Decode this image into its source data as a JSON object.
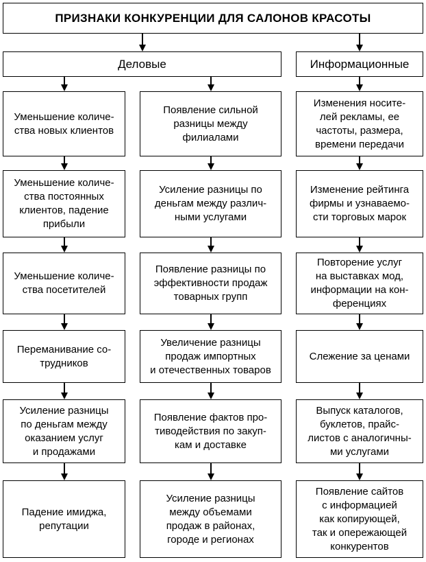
{
  "title": "ПРИЗНАКИ КОНКУРЕНЦИИ ДЛЯ САЛОНОВ КРАСОТЫ",
  "headers": {
    "business": "Деловые",
    "informational": "Информационные"
  },
  "colors": {
    "border": "#000000",
    "background": "#ffffff",
    "text": "#000000"
  },
  "columns": [
    {
      "group": "Деловые",
      "boxes": [
        "Уменьшение количе-\nства новых клиентов",
        "Уменьшение количе-\nства постоянных\nклиентов, падение\nприбыли",
        "Уменьшение количе-\nства посетителей",
        "Переманивание со-\nтрудников",
        "Усиление разницы\nпо деньгам между\nоказанием услуг\nи продажами",
        "Падение имиджа,\nрепутации"
      ]
    },
    {
      "group": "Деловые",
      "boxes": [
        "Появление сильной\nразницы между\nфилиалами",
        "Усиление разницы по\nденьгам между различ-\nными услугами",
        "Появление разницы по\nэффективности продаж\nтоварных групп",
        "Увеличение разницы\nпродаж импортных\nи отечественных товаров",
        "Появление фактов про-\nтиводействия по закуп-\nкам и доставке",
        "Усиление разницы\nмежду объемами\nпродаж в районах,\nгороде и регионах"
      ]
    },
    {
      "group": "Информационные",
      "boxes": [
        "Изменения носите-\nлей рекламы, ее\nчастоты, размера,\nвремени передачи",
        "Изменение рейтинга\nфирмы и узнаваемо-\nсти торговых марок",
        "Повторение услуг\nна выставках мод,\nинформации на кон-\nференциях",
        "Слежение за ценами",
        "Выпуск каталогов,\nбуклетов, прайс-\nлистов с аналогичны-\nми услугами",
        "Появление сайтов\nс информацией\nкак копирующей,\nтак и опережающей\nконкурентов"
      ]
    }
  ]
}
